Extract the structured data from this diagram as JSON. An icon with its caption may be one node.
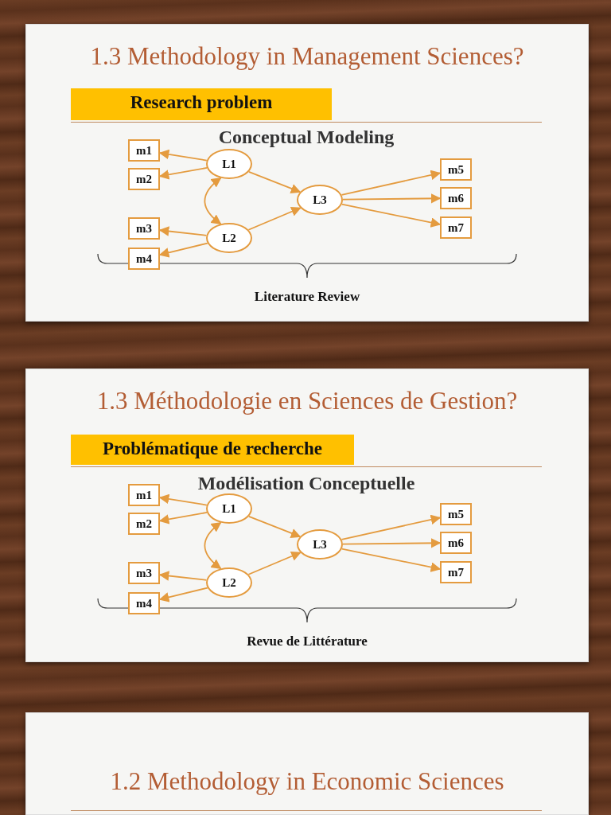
{
  "diagram": {
    "nodes": [
      {
        "text": [
          "1.3 Methodology in Management Sciences?",
          "Conceptual Modeling",
          "Literature Review"
        ]
      },
      {
        "text": [
          "Research problem"
        ],
        "in": 0
      },
      {
        "text": [
          "m1"
        ],
        "in": 0
      },
      {
        "text": [
          "m2"
        ],
        "in": 0
      },
      {
        "text": [
          "m3"
        ],
        "in": 0
      },
      {
        "text": [
          "m4"
        ],
        "in": 0
      },
      {
        "text": [
          "L1"
        ],
        "in": 0
      },
      {
        "text": [
          "L2"
        ],
        "in": 0
      },
      {
        "text": [
          "L3"
        ],
        "in": 0
      },
      {
        "text": [
          "m5"
        ],
        "in": 0
      },
      {
        "text": [
          "m6"
        ],
        "in": 0
      },
      {
        "text": [
          "m7"
        ],
        "in": 0
      },
      {
        "text": [
          "1.3 Méthodologie en Sciences de Gestion?",
          "Modélisation Conceptuelle",
          "Revue de Littérature"
        ]
      },
      {
        "text": [
          "Problématique de recherche"
        ],
        "in": 12
      },
      {
        "text": [
          "m1"
        ],
        "in": 12
      },
      {
        "text": [
          "m2"
        ],
        "in": 12
      },
      {
        "text": [
          "m3"
        ],
        "in": 12
      },
      {
        "text": [
          "m4"
        ],
        "in": 12
      },
      {
        "text": [
          "L1"
        ],
        "in": 12
      },
      {
        "text": [
          "L2"
        ],
        "in": 12
      },
      {
        "text": [
          "L3"
        ],
        "in": 12
      },
      {
        "text": [
          "m5"
        ],
        "in": 12
      },
      {
        "text": [
          "m6"
        ],
        "in": 12
      },
      {
        "text": [
          "m7"
        ],
        "in": 12
      },
      {
        "text": [
          "1.2 Methodology in Economic Sciences"
        ]
      }
    ],
    "edges": [
      {
        "from": 6,
        "to": 2,
        "arrow": "to"
      },
      {
        "from": 6,
        "to": 3,
        "arrow": "to"
      },
      {
        "from": 6,
        "to": 7,
        "arrow": "both"
      },
      {
        "from": 7,
        "to": 4,
        "arrow": "to"
      },
      {
        "from": 7,
        "to": 5,
        "arrow": "to"
      },
      {
        "from": 6,
        "to": 8,
        "arrow": "to"
      },
      {
        "from": 7,
        "to": 8,
        "arrow": "to"
      },
      {
        "from": 8,
        "to": 9,
        "arrow": "to"
      },
      {
        "from": 8,
        "to": 10,
        "arrow": "to"
      },
      {
        "from": 8,
        "to": 11,
        "arrow": "to"
      },
      {
        "from": 18,
        "to": 14,
        "arrow": "to"
      },
      {
        "from": 18,
        "to": 15,
        "arrow": "to"
      },
      {
        "from": 18,
        "to": 19,
        "arrow": "both"
      },
      {
        "from": 19,
        "to": 16,
        "arrow": "to"
      },
      {
        "from": 19,
        "to": 17,
        "arrow": "to"
      },
      {
        "from": 18,
        "to": 20,
        "arrow": "to"
      },
      {
        "from": 19,
        "to": 20,
        "arrow": "to"
      },
      {
        "from": 20,
        "to": 21,
        "arrow": "to"
      },
      {
        "from": 20,
        "to": 22,
        "arrow": "to"
      },
      {
        "from": 20,
        "to": 23,
        "arrow": "to"
      }
    ]
  }
}
